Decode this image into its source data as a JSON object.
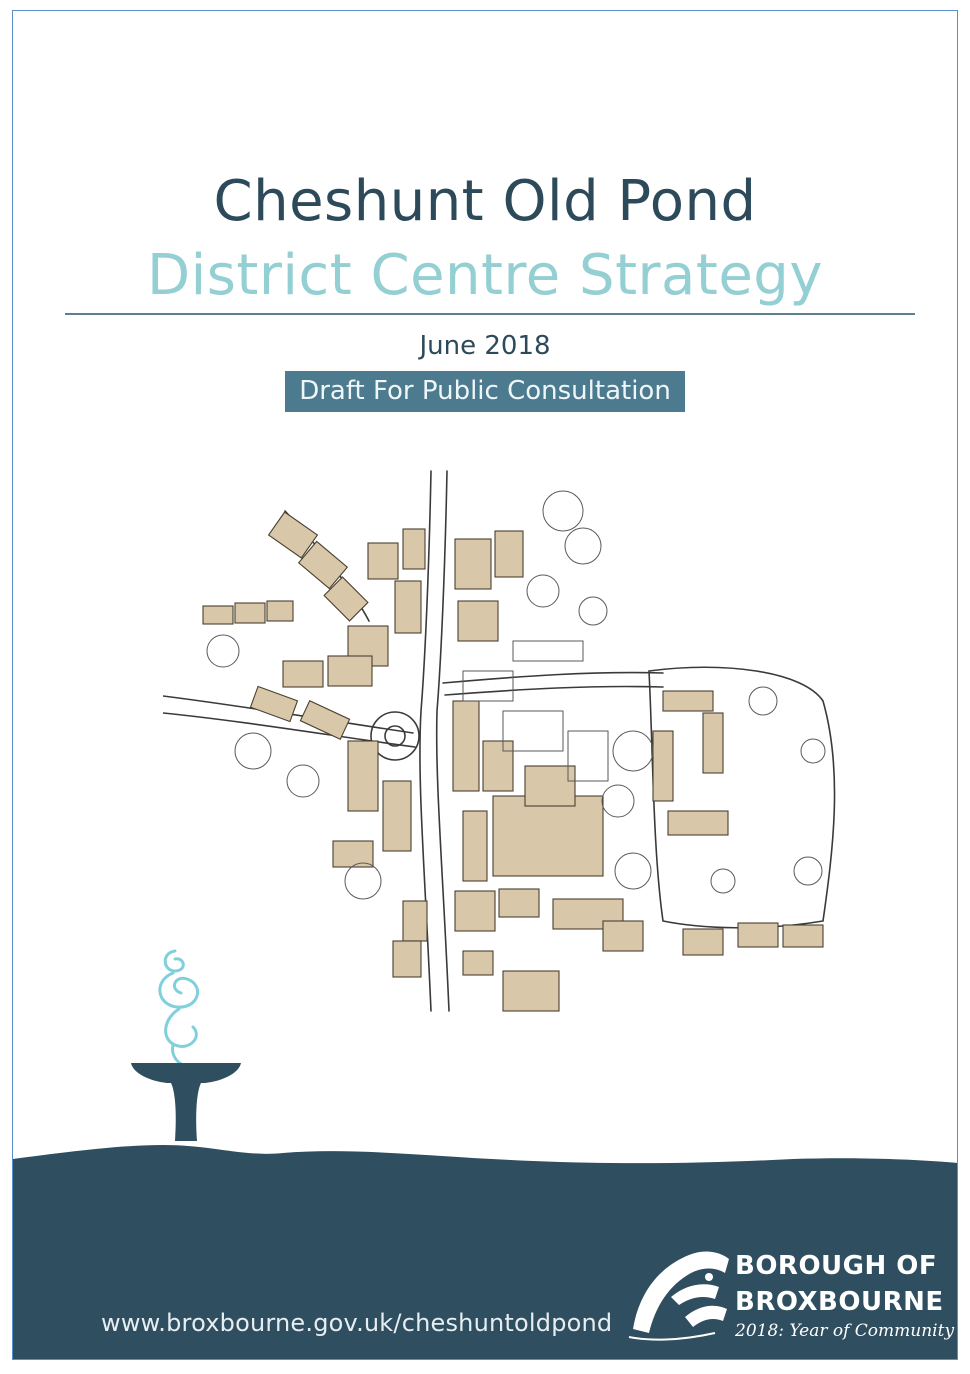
{
  "cover": {
    "title_line1": "Cheshunt Old Pond",
    "title_line2": "District Centre Strategy",
    "date": "June 2018",
    "status_badge": "Draft For Public Consultation"
  },
  "footer": {
    "url": "www.broxbourne.gov.uk/cheshuntoldpond"
  },
  "logo": {
    "line1": "BOROUGH OF",
    "line2": "BROXBOURNE",
    "tagline": "2018: Year of Community",
    "icon": "badger-icon"
  },
  "illustrations": {
    "map": "town-plan-map",
    "fountain": "fountain-icon"
  },
  "colors": {
    "navy": "#2d4a5a",
    "aqua": "#93cfd3",
    "badge": "#4c7a8f",
    "footer": "#2f4e5f",
    "buildings": "#d9c7a9"
  }
}
